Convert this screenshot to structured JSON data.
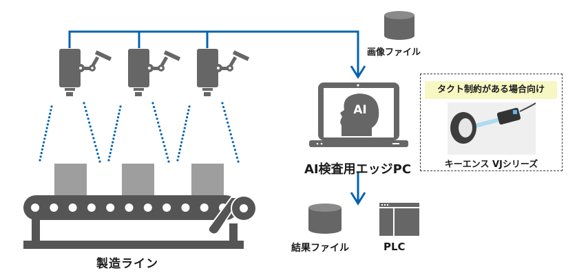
{
  "labels": {
    "production_line": "製造ライン",
    "edge_pc": "AI検査用エッジPC",
    "image_file": "画像ファイル",
    "result_file": "結果ファイル",
    "plc": "PLC",
    "ai_badge": "AI"
  },
  "option": {
    "badge": "タクト制約がある場合向け",
    "product": "キーエンス VJシリーズ"
  },
  "colors": {
    "connector": "#0062b1",
    "icon_gray": "#666666",
    "conveyor": "#555555",
    "box": "#9d9e9d",
    "badge_bg": "#f6f7c3"
  },
  "cameras": 3,
  "workpieces": 3
}
